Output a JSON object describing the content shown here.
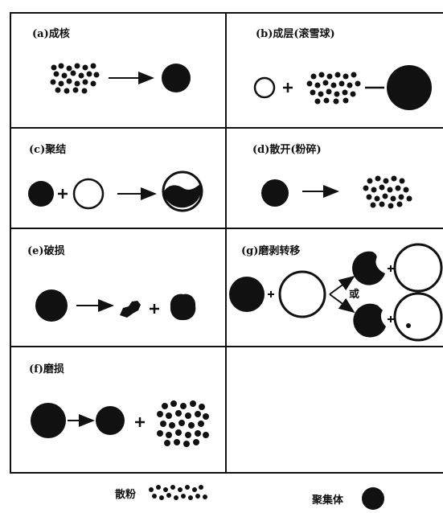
{
  "panels": {
    "a": {
      "label": "(a)成核"
    },
    "b": {
      "label": "(b)成层(滚雪球)"
    },
    "c": {
      "label": "(c)聚结"
    },
    "d": {
      "label": "(d)散开(粉碎)"
    },
    "e": {
      "label": "(e)破损"
    },
    "g": {
      "label": "(g)磨剥转移",
      "or_label": "或"
    },
    "f": {
      "label": "(f)磨损"
    }
  },
  "legend": {
    "powder_label": "散粉",
    "agglomerate_label": "聚集体"
  },
  "colors": {
    "ink": "#111111",
    "paper": "#ffffff"
  }
}
